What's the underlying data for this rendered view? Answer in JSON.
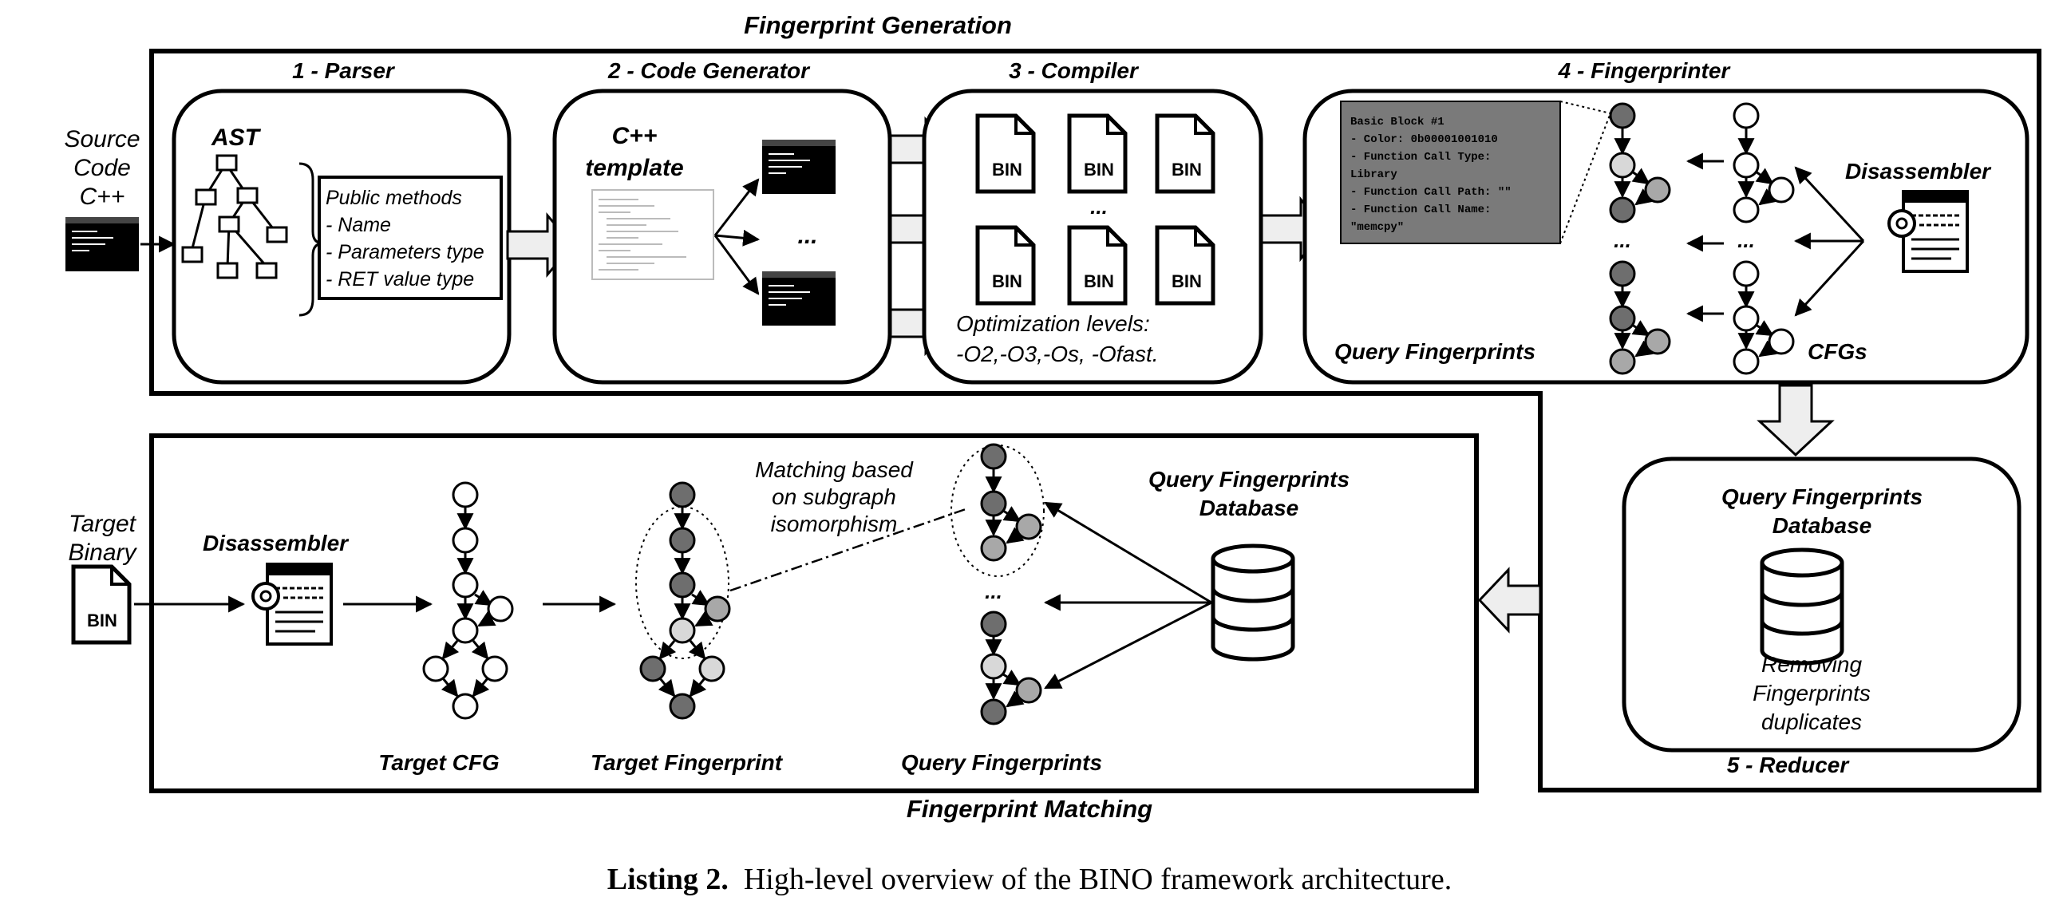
{
  "titles": {
    "generation": "Fingerprint Generation",
    "matching": "Fingerprint Matching"
  },
  "stages": {
    "parser": "1 - Parser",
    "codegen": "2 - Code Generator",
    "compiler": "3 - Compiler",
    "fingerprinter": "4 - Fingerprinter",
    "reducer": "5 - Reducer"
  },
  "source": {
    "l1": "Source",
    "l2": "Code",
    "l3": "C++"
  },
  "parser": {
    "ast": "AST",
    "items": [
      "Public methods",
      "- Name",
      "- Parameters type",
      "- RET value type"
    ]
  },
  "codegen": {
    "t1": "C++",
    "t2": "template",
    "ellipsis": "..."
  },
  "compiler": {
    "bin": "BIN",
    "ellipsis": "...",
    "opt1": "Optimization levels:",
    "opt2": "-O2,-O3,-Os, -Ofast."
  },
  "fingerprinter": {
    "code": [
      "Basic Block #1",
      "- Color: 0b00001001010",
      "- Function Call Type:",
      "Library",
      "- Function Call Path: \"\"",
      "- Function Call Name:",
      "\"memcpy\""
    ],
    "disassembler": "Disassembler",
    "query": "Query Fingerprints",
    "cfgs": "CFGs",
    "ellipsis": "..."
  },
  "reducer": {
    "db1": "Query Fingerprints",
    "db2": "Database",
    "r1": "Removing",
    "r2": "Fingerprints",
    "r3": "duplicates"
  },
  "matching": {
    "target1": "Target",
    "target2": "Binary",
    "bin": "BIN",
    "disassembler": "Disassembler",
    "target_cfg": "Target CFG",
    "target_fp": "Target Fingerprint",
    "query_fp": "Query Fingerprints",
    "m1": "Matching based",
    "m2": "on subgraph",
    "m3": "isomorphism",
    "db1": "Query Fingerprints",
    "db2": "Database",
    "ellipsis": "..."
  },
  "caption": {
    "label": "Listing 2.",
    "text": "High-level overview of the BINO framework architecture."
  },
  "colors": {
    "dark": "#6e6e6e",
    "mid": "#a8a8a8",
    "light": "#d8d8d8",
    "codebox": "#7a7a7a"
  }
}
